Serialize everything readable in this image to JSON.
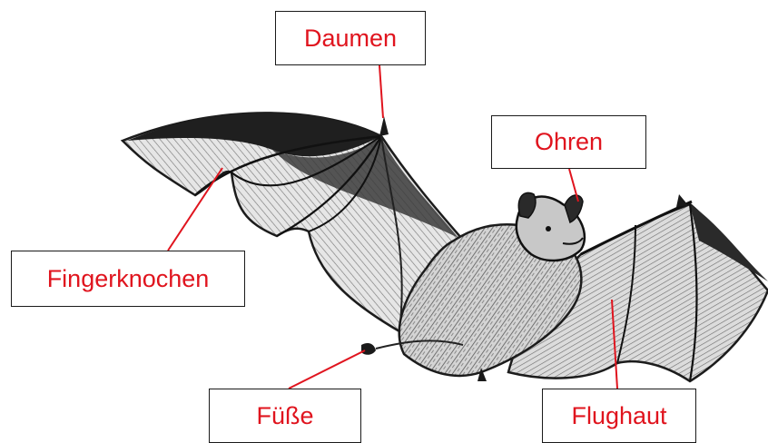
{
  "labels": {
    "thumb": "Daumen",
    "ears": "Ohren",
    "finger_bones": "Fingerknochen",
    "feet": "Füße",
    "wing_membrane": "Flughaut"
  },
  "colors": {
    "label_text": "#e0141e",
    "leader_line": "#e0141e",
    "box_border": "#1a1a1a",
    "bat_dark": "#1c1c1c",
    "bat_mid": "#6f6f6f",
    "bat_light": "#d9d9d9"
  }
}
